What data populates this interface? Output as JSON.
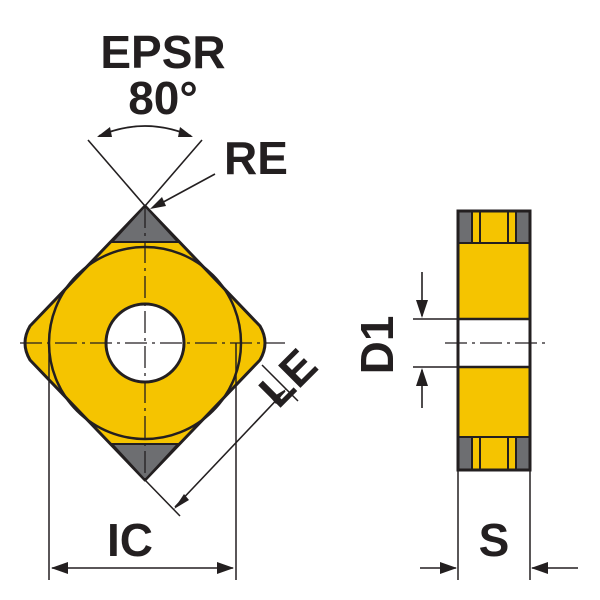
{
  "labels": {
    "epsr": "EPSR",
    "epsr_angle": "80°",
    "re": "RE",
    "le": "LE",
    "ic": "IC",
    "d1": "D1",
    "s": "S"
  },
  "colors": {
    "insert_fill": "#f5c400",
    "corner_fill": "#6d6e71",
    "line": "#231f20",
    "background": "#ffffff"
  }
}
